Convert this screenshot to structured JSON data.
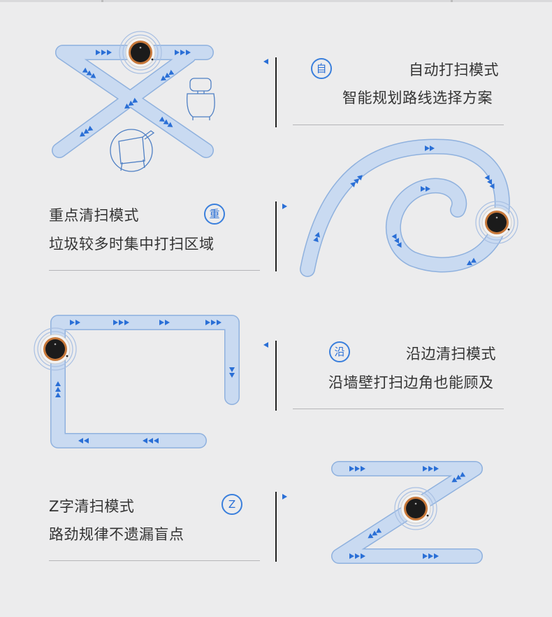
{
  "modes": [
    {
      "badge": "自",
      "title": "自动打扫模式",
      "desc": "智能规划路线选择方案"
    },
    {
      "badge": "重",
      "title": "重点清扫模式",
      "desc": "垃圾较多时集中打扫区域"
    },
    {
      "badge": "沿",
      "title": "沿边清扫模式",
      "desc": "沿墙壁打扫边角也能顾及"
    },
    {
      "badge": "Z",
      "title": "Z字清扫模式",
      "desc": "路劲规律不遗漏盲点"
    }
  ],
  "colors": {
    "path_fill": "#c9daf1",
    "path_stroke": "#8fb1de",
    "arrow": "#2a6fd6",
    "robot_ring": "#d0883e"
  }
}
